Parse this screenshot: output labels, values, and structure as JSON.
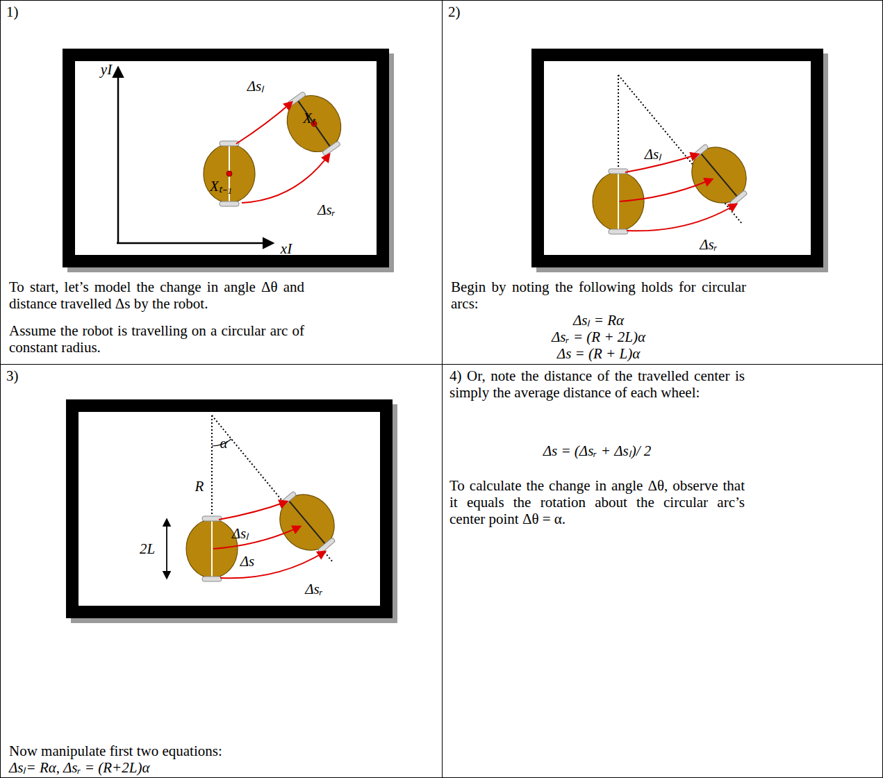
{
  "diagram": {
    "nodes": [
      {
        "text": [
          "1)",
          "To start, let’s model the change in angle Δθ and distance travelled Δs by the robot.",
          "Assume the robot is travelling on a circular arc of constant radius."
        ]
      },
      {
        "text": [
          "2)",
          "Begin by noting the following holds for circular arcs:",
          "Δsₗ = Rα",
          "Δsᵣ = (R + 2L)α",
          "Δs = (R + L)α"
        ]
      },
      {
        "text": [
          "3)",
          "Now manipulate first two equations:",
          "Δsₗ= Rα, Δsᵣ = (R+2L)α"
        ]
      },
      {
        "text": [
          "4) Or, note the distance of the travelled center is simply the average distance of each wheel:",
          "Δs = (Δsᵣ + Δsₗ)/ 2",
          "To calculate the change in angle Δθ, observe that it equals the rotation about the circular arc’s center point Δθ = α."
        ]
      }
    ],
    "labels": [
      "yI",
      "Δsₗ",
      "Xₜ",
      "Xₜ₋₁",
      "xI",
      "Δsᵣ",
      "Δsₗ",
      "Δsᵣ",
      "α",
      "R",
      "2L",
      "Δsₗ",
      "Δs",
      "Δsᵣ"
    ]
  }
}
